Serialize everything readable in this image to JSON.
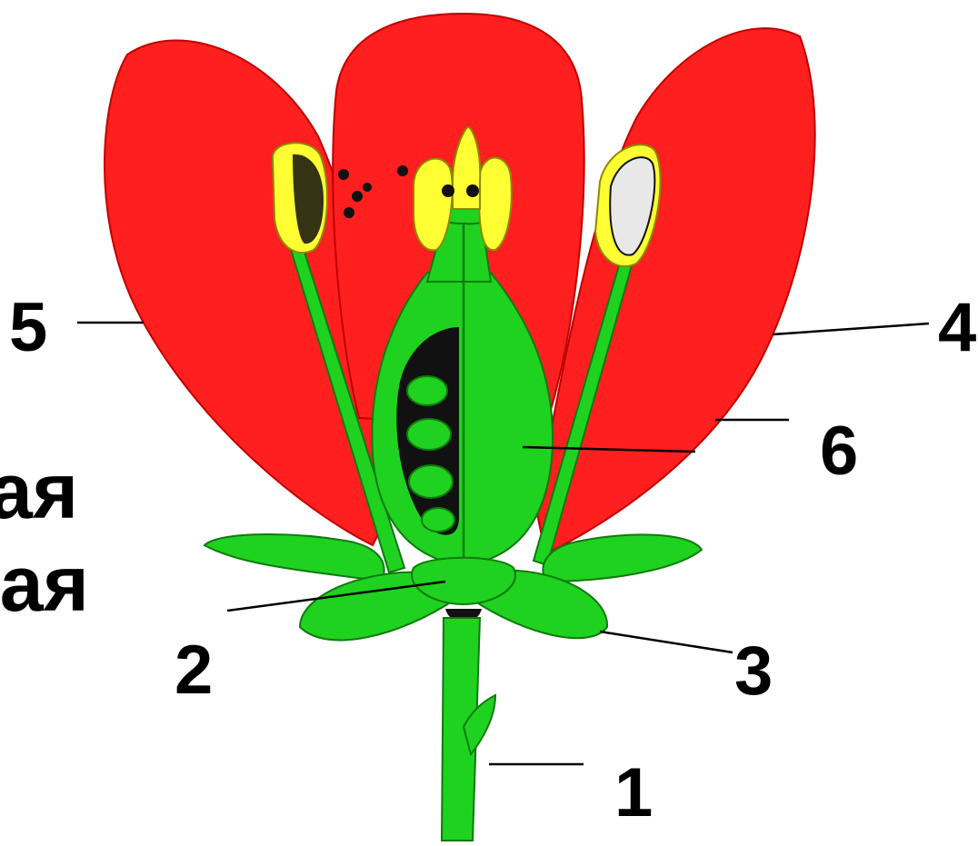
{
  "diagram": {
    "labels": {
      "l1": "1",
      "l2": "2",
      "l3": "3",
      "l4": "4",
      "l5": "5",
      "l6": "6"
    },
    "cutoff_text": {
      "line1": "ая",
      "line2": "вая"
    }
  },
  "colors": {
    "petal": "#ff1f1f",
    "green": "#1fd21f",
    "green_outline": "#0f7a0f",
    "anther": "#ffff33",
    "seed": "#111111"
  }
}
